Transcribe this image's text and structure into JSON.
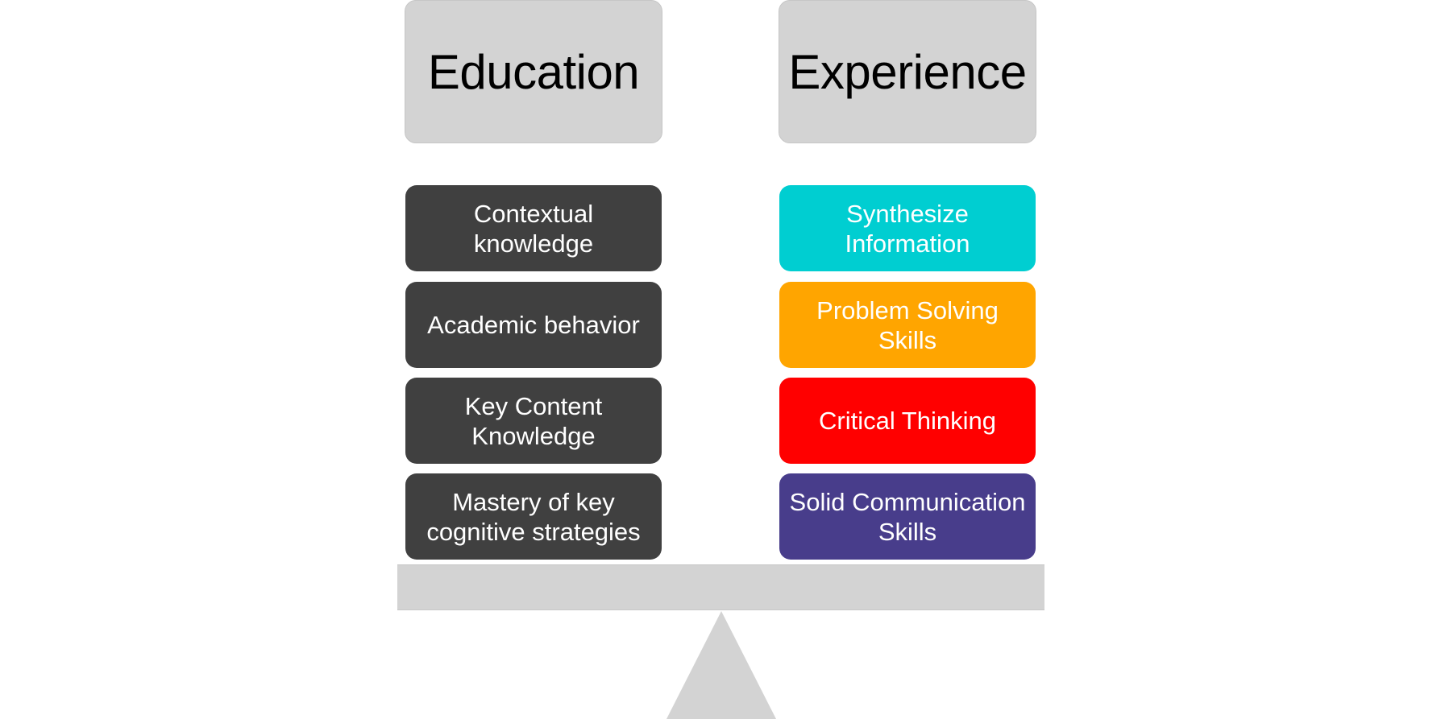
{
  "headers": {
    "left": "Education",
    "right": "Experience"
  },
  "education_items": [
    {
      "label": "Contextual knowledge",
      "color": "#404040"
    },
    {
      "label": "Academic behavior",
      "color": "#404040"
    },
    {
      "label": "Key Content\nKnowledge",
      "color": "#404040"
    },
    {
      "label": "Mastery of key\ncognitive strategies",
      "color": "#404040"
    }
  ],
  "experience_items": [
    {
      "label": "Synthesize\nInformation",
      "color": "#00ced1"
    },
    {
      "label": "Problem Solving Skills",
      "color": "#ffa500"
    },
    {
      "label": "Critical Thinking",
      "color": "#ff0000"
    },
    {
      "label": "Solid Communication\nSkills",
      "color": "#483d8b"
    }
  ],
  "scale": {
    "color": "#d3d3d3"
  }
}
